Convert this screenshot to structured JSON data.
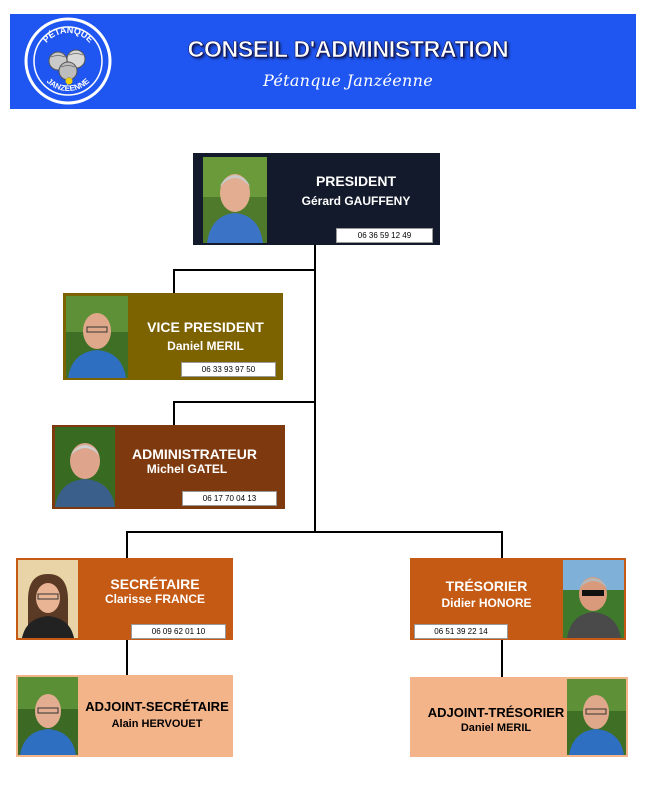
{
  "header": {
    "title": "CONSEIL D'ADMINISTRATION",
    "subtitle": "Pétanque Janzéenne",
    "logo_top": "PÉTANQUE",
    "logo_bottom": "JANZÉENNE"
  },
  "members": {
    "president": {
      "role": "PRESIDENT",
      "name": "Gérard GAUFFENY",
      "phone": "06 36 59 12 49"
    },
    "vice_president": {
      "role": "VICE PRESIDENT",
      "name": "Daniel MERIL",
      "phone": "06 33 93 97 50"
    },
    "administrateur": {
      "role": "ADMINISTRATEUR",
      "name": "Michel GATEL",
      "phone": "06 17 70 04 13"
    },
    "secretaire": {
      "role": "SECRÉTAIRE",
      "name": "Clarisse FRANCE",
      "phone": "06 09 62 01 10"
    },
    "tresorier": {
      "role": "TRÉSORIER",
      "name": "Didier HONORE",
      "phone": "06 51 39 22 14"
    },
    "adjoint_secretaire": {
      "role": "ADJOINT-SECRÉTAIRE",
      "name": "Alain HERVOUET"
    },
    "adjoint_tresorier": {
      "role": "ADJOINT-TRÉSORIER",
      "name": "Daniel MERIL"
    }
  },
  "colors": {
    "banner": "#1f55f0",
    "president": "#131a2b",
    "vice_president": "#7d6200",
    "administrateur": "#7e3a0e",
    "officer": "#c45a14",
    "adjoint": "#f3b48a"
  }
}
